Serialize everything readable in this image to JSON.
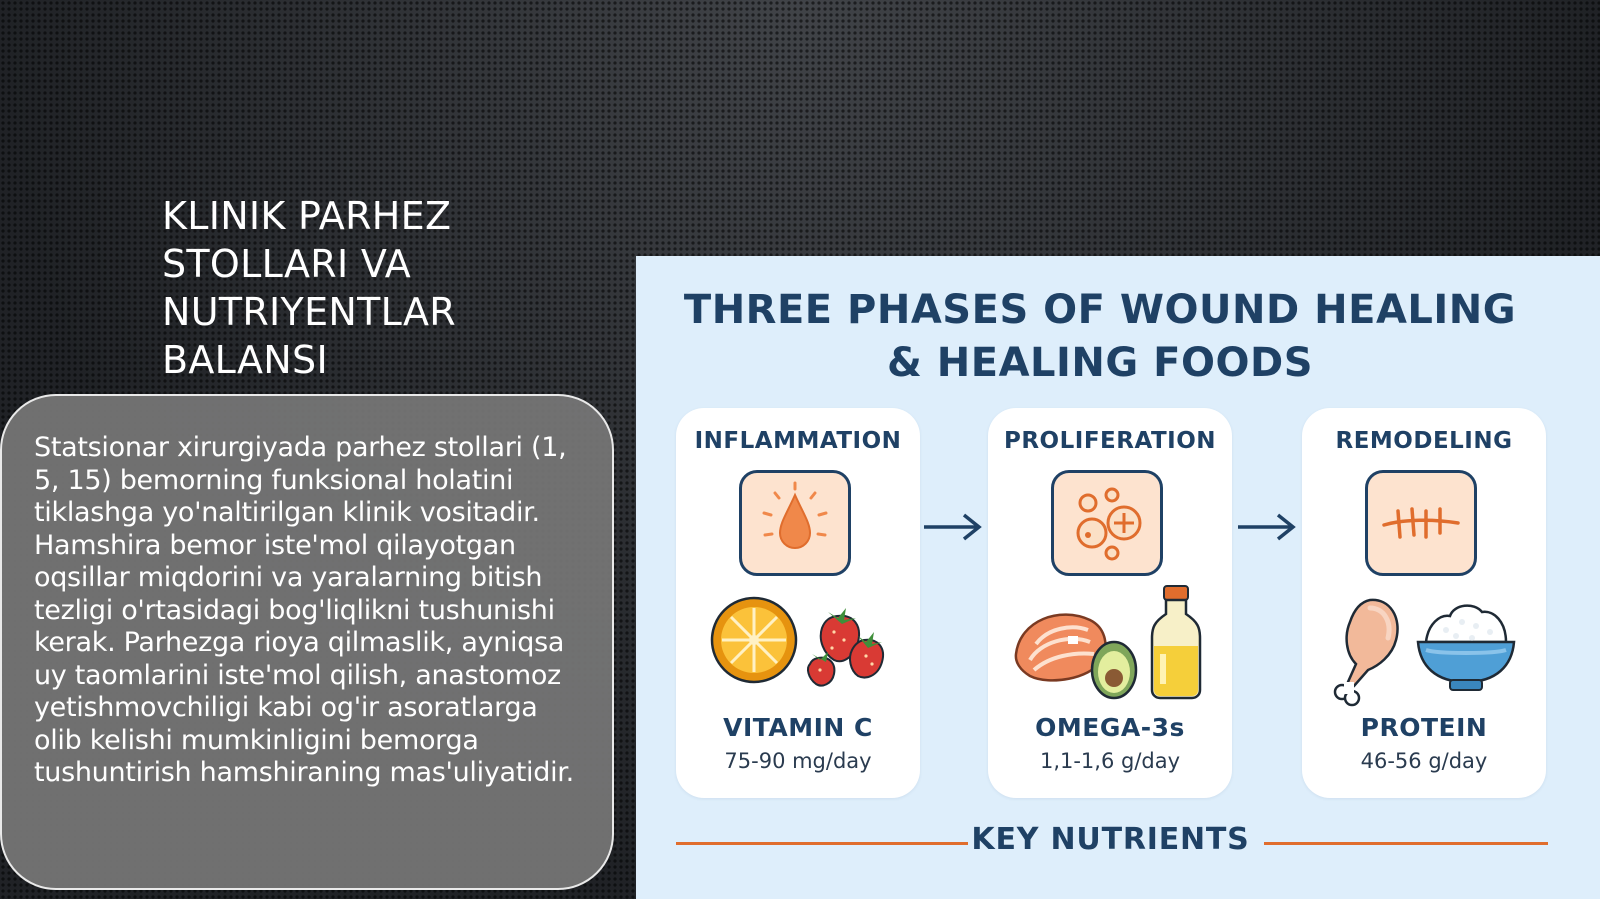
{
  "slide": {
    "title": "KLINIK PARHEZ\nSTOLLARI VA\nNUTRIYENTLAR\nBALANSI",
    "body": "Statsionar xirurgiyada parhez stollari (1, 5, 15) bemorning funksional holatini tiklashga yo'naltirilgan klinik vositadir. Hamshira bemor iste'mol qilayotgan oqsillar miqdorini va yaralarning bitish tezligi o'rtasidagi bog'liqlikni tushunishi kerak. Parhezga rioya qilmaslik, ayniqsa uy taomlarini iste'mol qilish, anastomoz yetishmovchiligi kabi og'ir asoratlarga olib kelishi mumkinligini bemorga tushuntirish hamshiraning mas'uliyatidir."
  },
  "infographic": {
    "title": "THREE PHASES OF WOUND HEALING\n& HEALING FOODS",
    "phases": [
      {
        "label": "INFLAMMATION",
        "icon": "inflammation-drop-icon",
        "foods": [
          "orange-icon",
          "strawberries-icon"
        ],
        "nutrient": "VITAMIN C",
        "dose": "75-90 mg/day"
      },
      {
        "label": "PROLIFERATION",
        "icon": "cell-proliferation-icon",
        "foods": [
          "salmon-icon",
          "avocado-icon",
          "oil-bottle-icon"
        ],
        "nutrient": "OMEGA-3s",
        "dose": "1,1-1,6 g/day"
      },
      {
        "label": "REMODELING",
        "icon": "suture-scar-icon",
        "foods": [
          "chicken-leg-icon",
          "rice-bowl-icon"
        ],
        "nutrient": "PROTEIN",
        "dose": "46-56 g/day"
      }
    ],
    "footer": "KEY NUTRIENTS",
    "colors": {
      "navy": "#1f4165",
      "orange": "#e06d2d",
      "panel": "#deeefb",
      "icon_bg": "#fde3cf"
    }
  }
}
